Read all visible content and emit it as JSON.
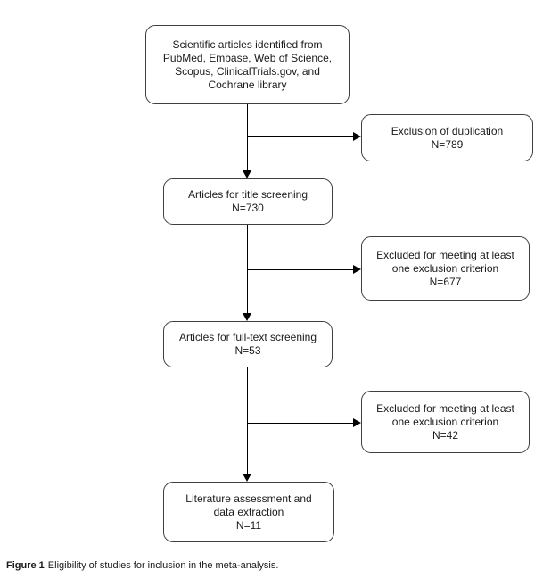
{
  "figure_caption": {
    "label": "Figure 1",
    "text": "Eligibility of studies for inclusion in the meta-analysis."
  },
  "flowchart": {
    "main_boxes": [
      {
        "id": "identification",
        "text": "Scientific articles identified from\nPubMed, Embase, Web of Science,\nScopus, ClinicalTrials.gov, and\nCochrane library"
      },
      {
        "id": "title-screening",
        "text": "Articles for title screening\nN=730"
      },
      {
        "id": "fulltext-screening",
        "text": "Articles for full-text screening\nN=53"
      },
      {
        "id": "literature-assessment",
        "text": "Literature assessment and\ndata extraction\nN=11"
      }
    ],
    "exclusion_boxes": [
      {
        "id": "duplicates-excluded",
        "text": "Exclusion of duplication\nN=789"
      },
      {
        "id": "title-excluded",
        "text": "Excluded for meeting at least\none exclusion criterion\nN=677"
      },
      {
        "id": "fulltext-excluded",
        "text": "Excluded for meeting at least\none exclusion criterion\nN=42"
      }
    ],
    "colors": {
      "box_border": "#3f3f3f",
      "connector": "#000000",
      "text": "#1a1a1a",
      "background": "#ffffff"
    }
  }
}
